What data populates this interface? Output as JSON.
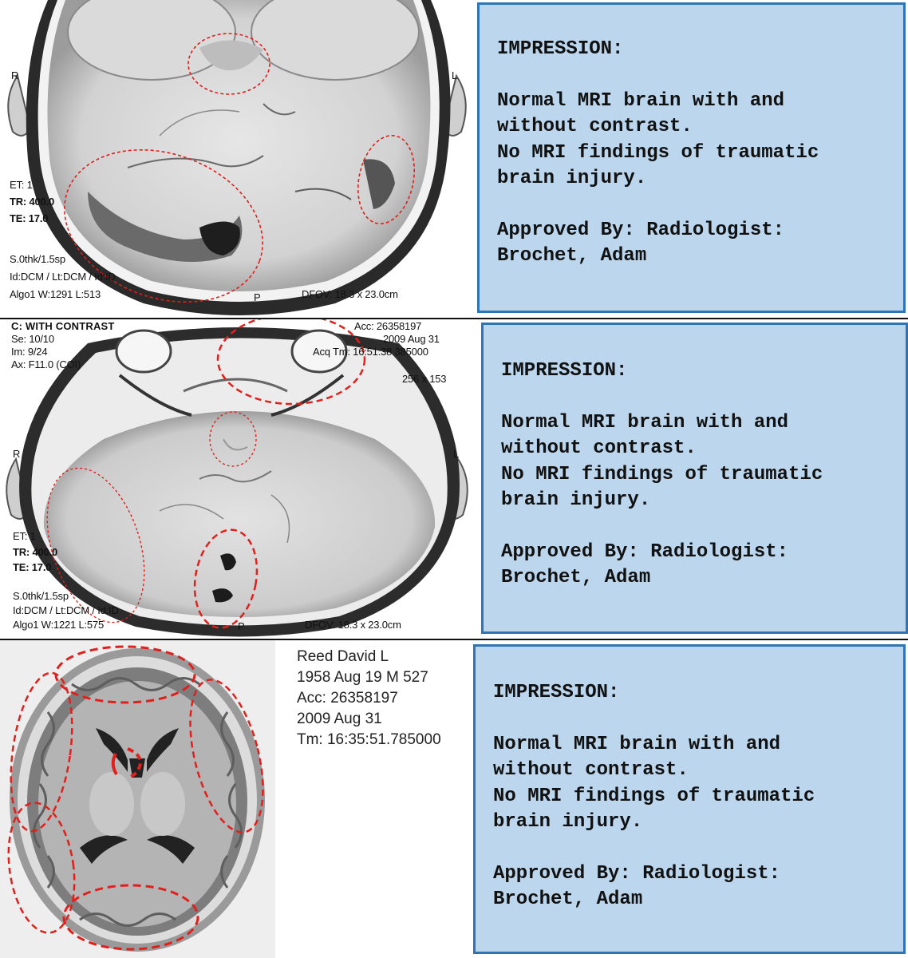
{
  "panels": [
    {
      "scan": {
        "overlays": {
          "left_marker": "R",
          "right_marker": "L",
          "posterior_marker": "P",
          "et": "ET: 1",
          "tr": "TR: 400.0",
          "te": "TE: 17.0",
          "slice": "S.0thk/1.5sp",
          "ids": "Id:DCM / Lt:DCM / Id:ID",
          "algo": "Algo1 W:1291  L:513",
          "fov": "DFOV: 18.3 x 23.0cm"
        }
      },
      "report": {
        "impression_label": "IMPRESSION:",
        "findings": "Normal MRI brain with and\nwithout contrast.\nNo MRI findings of traumatic\nbrain injury.",
        "approval": "Approved By: Radiologist:\nBrochet, Adam"
      }
    },
    {
      "scan": {
        "overlays": {
          "series_title": "C: WITH CONTRAST",
          "se": "Se: 10/10",
          "im": "Im: 9/24",
          "ax": "Ax: F11.0 (COI)",
          "acc": "Acc: 26358197",
          "date": "2009 Aug 31",
          "acq_time": "Acq Tm: 16:51:38.385000",
          "matrix": "256 x 153",
          "left_marker": "R",
          "right_marker": "L",
          "posterior_marker": "P",
          "et": "ET: 1",
          "tr": "TR: 400.0",
          "te": "TE: 17.0",
          "slice": "S.0thk/1.5sp",
          "ids": "Id:DCM / Lt:DCM / Id:ID",
          "algo": "Algo1 W:1221  L:575",
          "fov": "DFOV: 18.3 x 23.0cm"
        }
      },
      "report": {
        "impression_label": "IMPRESSION:",
        "findings": "Normal MRI brain with and\nwithout contrast.\nNo MRI findings of traumatic\nbrain injury.",
        "approval": "Approved By: Radiologist:\nBrochet, Adam"
      }
    },
    {
      "patient": {
        "name": "Reed David L",
        "dob": "1958 Aug 19  M  527",
        "acc": "Acc: 26358197",
        "date": "2009 Aug 31",
        "time": "Tm: 16:35:51.785000"
      },
      "report": {
        "impression_label": "IMPRESSION:",
        "findings": "Normal MRI brain with and\nwithout contrast.\nNo MRI findings of traumatic\nbrain injury.",
        "approval": "Approved By: Radiologist:\nBrochet, Adam"
      }
    }
  ],
  "colors": {
    "report_fill": "#bcd6ee",
    "report_border": "#2e75b6",
    "annotation_red": "#e0201c"
  }
}
